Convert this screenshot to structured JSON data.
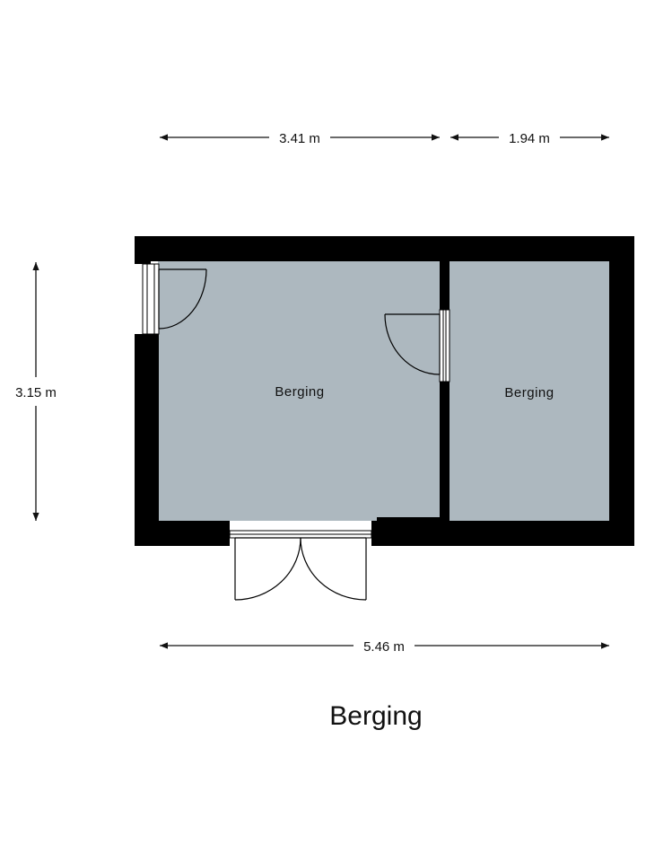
{
  "plan_title": "Berging",
  "rooms": [
    {
      "label": "Berging"
    },
    {
      "label": "Berging"
    }
  ],
  "dimensions": {
    "top_left_width": "3.41 m",
    "top_right_width": "1.94 m",
    "left_height": "3.15 m",
    "bottom_total_width": "5.46 m"
  },
  "colors": {
    "floor": "#adb8bf",
    "wall": "#000000",
    "background": "#ffffff"
  }
}
